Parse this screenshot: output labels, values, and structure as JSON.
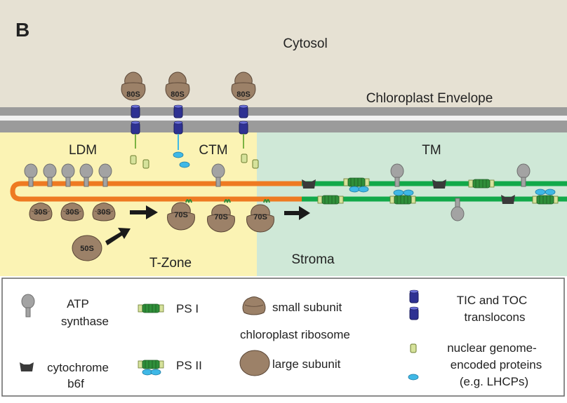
{
  "panel_letter": "B",
  "regions": {
    "cytosol": "Cytosol",
    "envelope": "Chloroplast Envelope",
    "ldm": "LDM",
    "ctm": "CTM",
    "tm": "TM",
    "tzone": "T-Zone",
    "stroma": "Stroma"
  },
  "ribosome_labels": {
    "cytosolic": "80S",
    "small": "30S",
    "large": "50S",
    "chloroplast": "70S"
  },
  "legend": {
    "atp_line1": "ATP",
    "atp_line2": "synthase",
    "ps1": "PS I",
    "small_subunit": "small subunit",
    "chloroplast_ribosome": "chloroplast ribosome",
    "large_subunit": "large subunit",
    "tic_line1": "TIC and TOC",
    "tic_line2": "translocons",
    "cyt_line1": "cytochrome",
    "cyt_line2": "b6f",
    "ps2": "PS II",
    "nuc_line1": "nuclear genome-",
    "nuc_line2": "encoded proteins",
    "nuc_line3": "(e.g. LHCPs)"
  },
  "colors": {
    "cytosol": "#e6e1d3",
    "envelope": "#9b9b9b",
    "tzone": "#fbf3b4",
    "stroma": "#cfe8d7",
    "ribosome": "#9c8168",
    "membrane_orange": "#ee7a22",
    "membrane_green": "#12a94a",
    "translocon": "#2e3192",
    "ps_green": "#2f8f3a",
    "nuclear_protein": "#d6e29b",
    "lhcp": "#3fb8e6",
    "atp": "#a3a3a3",
    "cytb6f": "#3a3a3a"
  }
}
